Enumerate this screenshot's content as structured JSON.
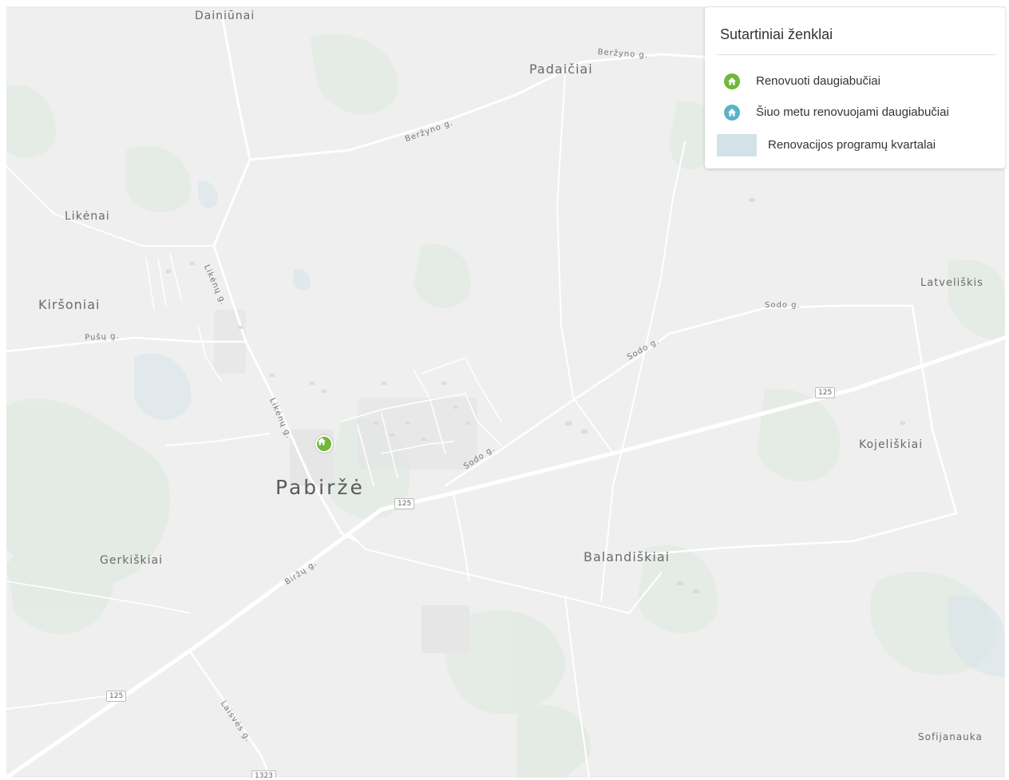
{
  "legend": {
    "title": "Sutartiniai ženklai",
    "items": [
      {
        "label": "Renovuoti daugiabučiai",
        "icon": "house-icon",
        "color": "#6fb83a"
      },
      {
        "label": "Šiuo metu renovuojami daugiabučiai",
        "icon": "house-icon",
        "color": "#5ab3c7"
      },
      {
        "label": "Renovacijos programų kvartalai",
        "color": "#d2e2e8"
      }
    ]
  },
  "map": {
    "places": {
      "dainiunai": "Dainiūnai",
      "padaiciai": "Padaičiai",
      "likenai": "Likėnai",
      "kirsoniai": "Kiršoniai",
      "latveliskis": "Latveliškis",
      "kojeliskiai": "Kojeliškiai",
      "pabirze": "Pabiržė",
      "gerkiskiai": "Gerkiškiai",
      "balandiskiai": "Balandiškiai",
      "sofijanauka": "Sofijanauka"
    },
    "streets": {
      "berzyno_1": "Beržyno g.",
      "berzyno_2": "Beržyno g.",
      "likenu_1": "Likėnų g.",
      "likenu_2": "Likėnų g.",
      "pusu": "Pušų g.",
      "sodo_1": "Sodo g.",
      "sodo_2": "Sodo g.",
      "sodo_3": "Sodo g.",
      "birzu": "Biržų g.",
      "laisves": "Laisvės g."
    },
    "shields": {
      "r125_a": "125",
      "r125_b": "125",
      "r125_c": "125",
      "r1323": "1323"
    },
    "markers": [
      {
        "status": "Renovuoti daugiabučiai",
        "icon": "house-icon",
        "color": "#6fb83a"
      }
    ]
  }
}
